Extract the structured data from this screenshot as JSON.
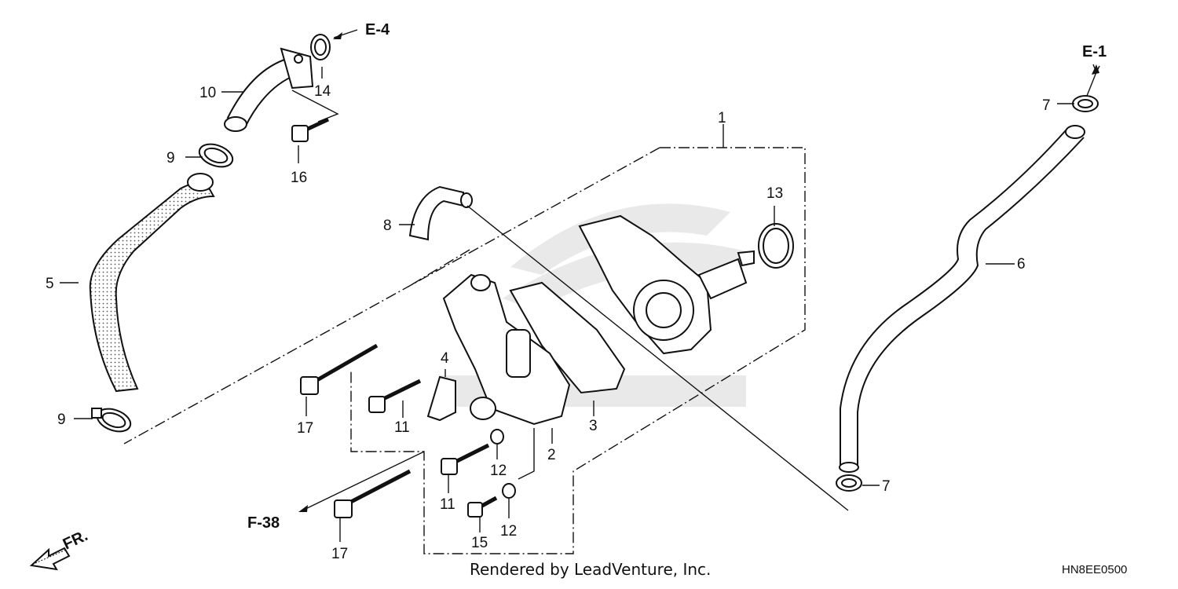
{
  "callouts": {
    "c1": "1",
    "c2": "2",
    "c3": "3",
    "c4": "4",
    "c5": "5",
    "c6": "6",
    "c7a": "7",
    "c7b": "7",
    "c8": "8",
    "c9a": "9",
    "c9b": "9",
    "c10": "10",
    "c11a": "11",
    "c11b": "11",
    "c12a": "12",
    "c12b": "12",
    "c13": "13",
    "c14": "14",
    "c15": "15",
    "c16": "16",
    "c17a": "17",
    "c17b": "17"
  },
  "refs": {
    "e4": "E-4",
    "e1": "E-1",
    "f38": "F-38"
  },
  "front_label": "FR.",
  "credit": "Rendered by LeadVenture, Inc.",
  "diagram_code": "HN8EE0500"
}
